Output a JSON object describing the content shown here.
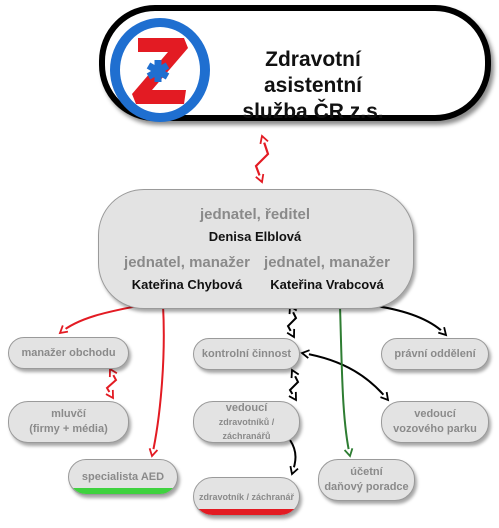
{
  "organization": {
    "name_line1": "Zdravotní asistentní",
    "name_line2": "služba ČR z.s.",
    "logo_icon": "z-star-of-life-icon",
    "colors": {
      "logo_blue": "#1f6fd0",
      "logo_red": "#e31b23"
    }
  },
  "management": {
    "director_title": "jednatel, ředitel",
    "director_name": "Denisa Elblová",
    "manager1_title": "jednatel, manažer",
    "manager1_name": "Kateřina Chybová",
    "manager2_title": "jednatel, manažer",
    "manager2_name": "Kateřina Vrabcová"
  },
  "units": {
    "sales_manager": "manažer obchodu",
    "spokesperson_line1": "mluvčí",
    "spokesperson_line2": "(firmy + média)",
    "aed_specialist": "specialista AED",
    "control": "kontrolní činnost",
    "head_paramedics_line1": "vedoucí",
    "head_paramedics_line2": "zdravotníků / záchranářů",
    "paramedic": "zdravotník / záchranář",
    "legal": "právní oddělení",
    "head_fleet_line1": "vedoucí",
    "head_fleet_line2": "vozového parku",
    "accounting_line1": "účetní",
    "accounting_line2": "daňový poradce"
  },
  "colors": {
    "red": "#e31b23",
    "green": "#2e7d32",
    "black": "#000000",
    "aed_underline": "#3fd23f",
    "paramedic_underline": "#e31b23"
  }
}
